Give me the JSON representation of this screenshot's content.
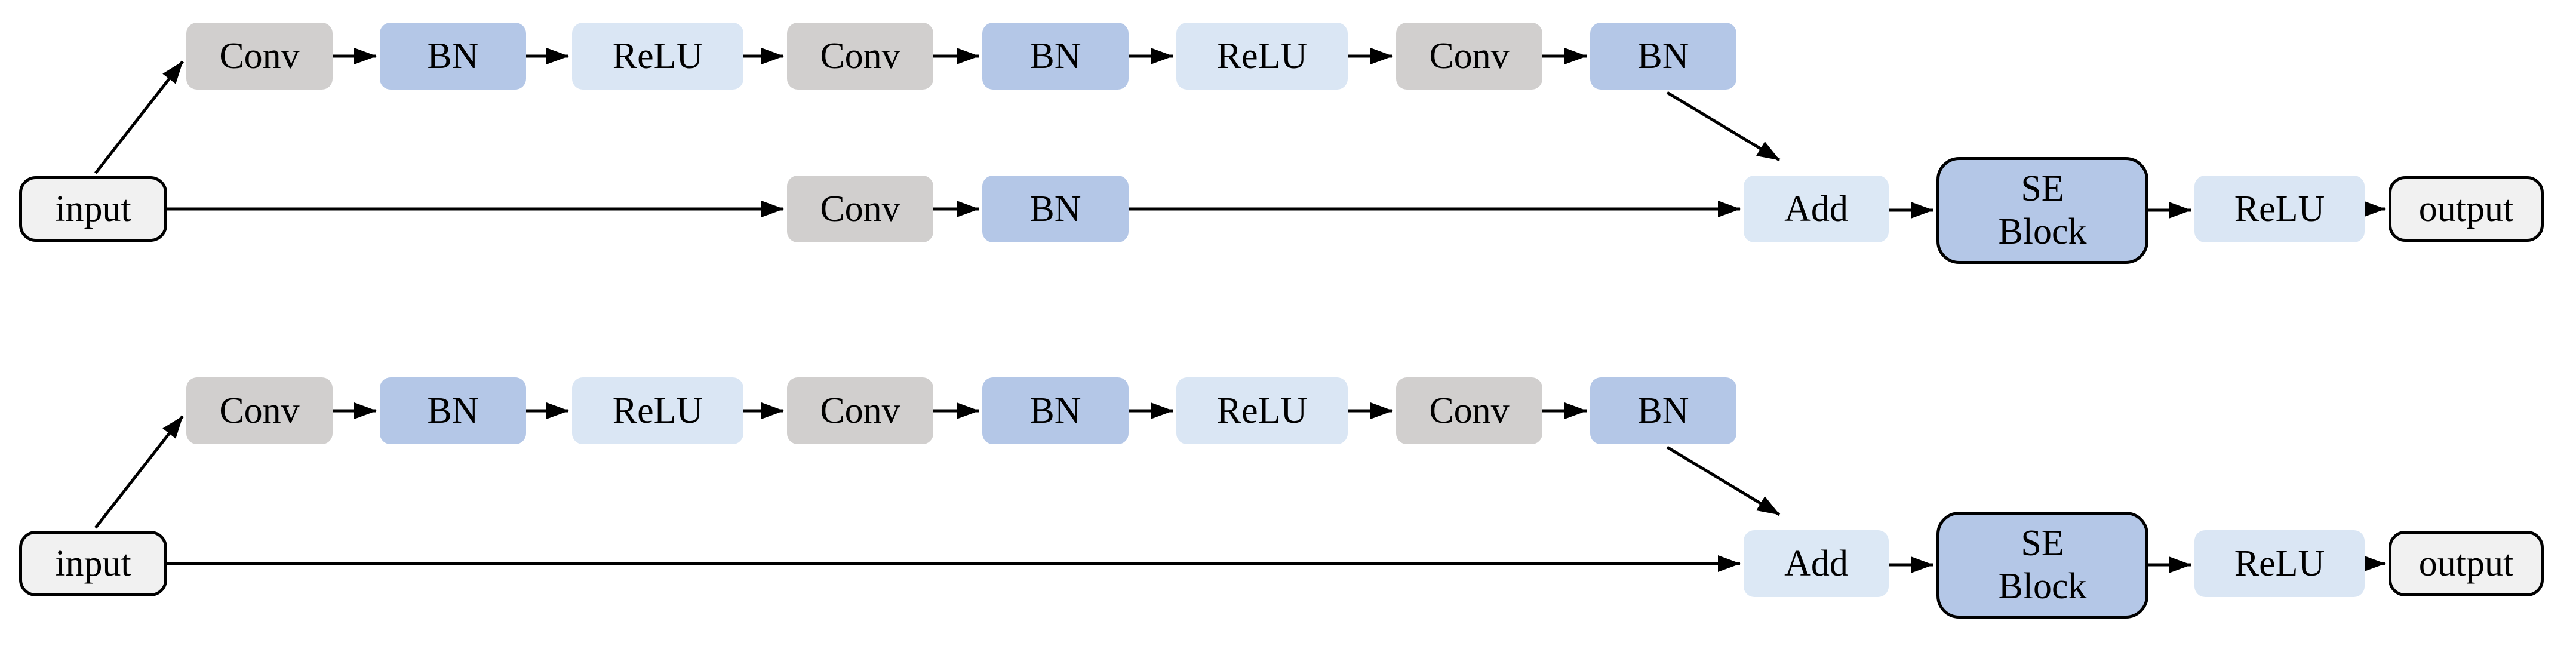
{
  "figure": {
    "top_diagram": {
      "input_label": "input",
      "main_path_labels": [
        "Conv",
        "BN",
        "ReLU",
        "Conv",
        "BN",
        "ReLU",
        "Conv",
        "BN"
      ],
      "shortcut_path_labels": [
        "Conv",
        "BN"
      ],
      "add_label": "Add",
      "se_block_lines": [
        "SE",
        "Block"
      ],
      "final_relu_label": "ReLU",
      "output_label": "output"
    },
    "bottom_diagram": {
      "input_label": "input",
      "main_path_labels": [
        "Conv",
        "BN",
        "ReLU",
        "Conv",
        "BN",
        "ReLU",
        "Conv",
        "BN"
      ],
      "add_label": "Add",
      "se_block_lines": [
        "SE",
        "Block"
      ],
      "final_relu_label": "ReLU",
      "output_label": "output"
    }
  },
  "colors": {
    "conv_fill": "#d1cfce",
    "bn_fill": "#b4c7e7",
    "relu_fill": "#dae6f4",
    "add_fill": "#dce8f5",
    "se_fill": "#b4c7e7",
    "input_output_fill": "#f1f1f1",
    "block_border": "#000000",
    "arrow": "#000000",
    "background": "#ffffff"
  }
}
